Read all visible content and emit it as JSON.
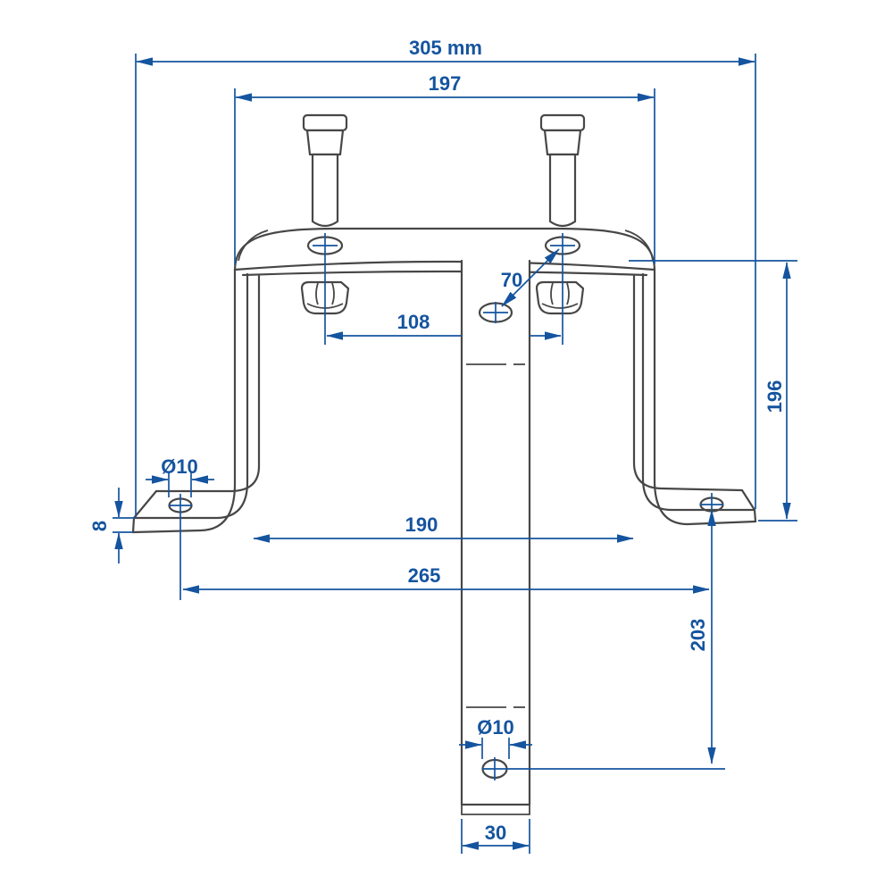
{
  "diagram": {
    "type": "technical-dimension-drawing",
    "subject": "spare-wheel carrier bracket with two wheel studs and flange nuts",
    "units": "mm",
    "colors": {
      "dimension_blue": "#15549f",
      "outline_gray": "#474747",
      "background": "#ffffff"
    },
    "dimensions": {
      "overall_width": {
        "label": "305 mm",
        "value": 305
      },
      "top_width": {
        "label": "197",
        "value": 197
      },
      "stud_spacing": {
        "label": "108",
        "value": 108
      },
      "stud_to_center_hole": {
        "label": "70",
        "value": 70
      },
      "side_height": {
        "label": "196",
        "value": 196
      },
      "foot_hole_diameter": {
        "label": "Ø10",
        "value": 10
      },
      "foot_plate_thickness": {
        "label": "8",
        "value": 8
      },
      "inner_leg_spacing": {
        "label": "190",
        "value": 190
      },
      "foot_hole_spacing": {
        "label": "265",
        "value": 265
      },
      "foot_to_bar_hole": {
        "label": "203",
        "value": 203
      },
      "bar_hole_diameter": {
        "label": "Ø10",
        "value": 10
      },
      "bar_width": {
        "label": "30",
        "value": 30
      }
    }
  }
}
